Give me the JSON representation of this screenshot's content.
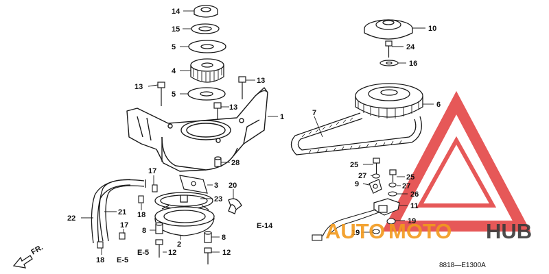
{
  "diagram": {
    "part_labels": [
      "14",
      "15",
      "5",
      "4",
      "13",
      "5",
      "13",
      "13",
      "1",
      "7",
      "6",
      "10",
      "24",
      "16",
      "28",
      "17",
      "3",
      "20",
      "23",
      "21",
      "22",
      "18",
      "17",
      "8",
      "2",
      "8",
      "E-14",
      "25",
      "27",
      "9",
      "25",
      "27",
      "26",
      "11",
      "19",
      "19",
      "E-5",
      "12",
      "E-5",
      "12",
      "18",
      "FR."
    ],
    "figure_code": "8818—E1300A",
    "watermark": {
      "part1": "AUTO",
      "part2": "MOTO",
      "part3": "HUB"
    },
    "colors": {
      "line": "#1a1a1a",
      "watermark_red": "#e23b3b",
      "watermark_orange": "#f29a1e",
      "watermark_dark": "#3a3a3a"
    }
  }
}
